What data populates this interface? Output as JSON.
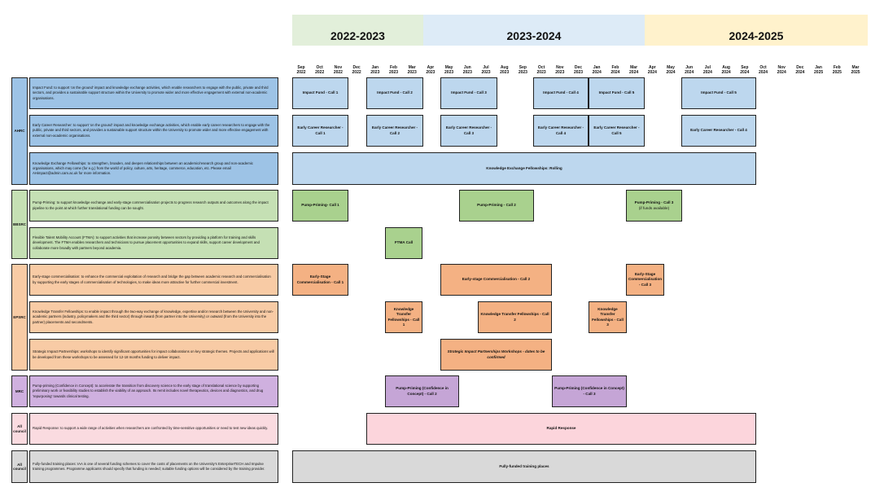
{
  "years": [
    {
      "label": "2022-2023",
      "color": "#e2efda"
    },
    {
      "label": "2023-2024",
      "color": "#ddebf7"
    },
    {
      "label": "2024-2025",
      "color": "#fff2cc"
    }
  ],
  "months": [
    {
      "m": "Sep",
      "y": "2022"
    },
    {
      "m": "Oct",
      "y": "2022"
    },
    {
      "m": "Nov",
      "y": "2022"
    },
    {
      "m": "Dec",
      "y": "2022"
    },
    {
      "m": "Jan",
      "y": "2023"
    },
    {
      "m": "Feb",
      "y": "2023"
    },
    {
      "m": "Mar",
      "y": "2023"
    },
    {
      "m": "Apr",
      "y": "2023"
    },
    {
      "m": "May",
      "y": "2023"
    },
    {
      "m": "Jun",
      "y": "2023"
    },
    {
      "m": "Jul",
      "y": "2023"
    },
    {
      "m": "Aug",
      "y": "2023"
    },
    {
      "m": "Sep",
      "y": "2023"
    },
    {
      "m": "Oct",
      "y": "2023"
    },
    {
      "m": "Nov",
      "y": "2023"
    },
    {
      "m": "Dec",
      "y": "2023"
    },
    {
      "m": "Jan",
      "y": "2024"
    },
    {
      "m": "Feb",
      "y": "2024"
    },
    {
      "m": "Mar",
      "y": "2024"
    },
    {
      "m": "Apr",
      "y": "2024"
    },
    {
      "m": "May",
      "y": "2024"
    },
    {
      "m": "Jun",
      "y": "2024"
    },
    {
      "m": "Jul",
      "y": "2024"
    },
    {
      "m": "Aug",
      "y": "2024"
    },
    {
      "m": "Sep",
      "y": "2024"
    },
    {
      "m": "Oct",
      "y": "2024"
    },
    {
      "m": "Nov",
      "y": "2024"
    },
    {
      "m": "Dec",
      "y": "2024"
    },
    {
      "m": "Jan",
      "y": "2025"
    },
    {
      "m": "Feb",
      "y": "2025"
    },
    {
      "m": "Mar",
      "y": "2025"
    }
  ],
  "councils": {
    "ahrc": "AHRC",
    "bbsrc": "BBSRC",
    "epsrc": "EPSRC",
    "mrc": "MRC",
    "all1": "All council",
    "all2": "All council"
  },
  "descriptions": {
    "impact_fund": "Impact Fund: to support 'on the ground' impact and knowledge exchange activities, which enable researchers to engage with the public, private and third sectors, and provides a sustainable support structure within the University to promote wider and more effective engagement with external non-academic organisations.",
    "ecr": "Early Career Researcher: to support 'on the ground' impact and knowledge exchange activities, which enable early career researchers to engage with the public, private and third sectors, and provides a sustainable support structure within the University to promote wider and more effective engagement with external non-academic organisations.",
    "kef": "Knowledge Exchange Fellowships: to strengthen, broaden, and deepen relationships between an academic/research group and non-academic organisations, which may come (for e.g.) from the world of policy, culture, arts, heritage, commerce, education, etc. Please email AHimpact@admin.cam.ac.uk for more information.",
    "pump_bbsrc": "Pump-Priming: to support knowledge exchange and early-stage commercialisation projects to progress research outputs and outcomes along the impact pipeline to the point at which further translational funding can be sought.",
    "ftma": "Flexible Talent Mobility Account (FTMA): to support activities that increase porosity between sectors by providing a platform for training and skills development. The FTMA enables researchers and technicians to pursue placement opportunities to expand skills, support career development and collaborate more broadly with partners beyond academia.",
    "esc": "Early-stage commercialisation: to enhance the commercial exploitation of research and bridge the gap between academic research and commercialisation by supporting the early stages of commercialisation of technologies, to make ideas more attractive for further commercial investment.",
    "ktf": "Knowledge Transfer Fellowships: to enable impact through the two-way exchange of knowledge, expertise and/or research between the University and non-academic partners (industry, policymakers and the third sector) through inward (from partner into the University) or outward (from the University into the partner) placements and secondments.",
    "sip": "Strategic Impact Partnerships: workshops to identify significant opportunities for impact collaborations on key strategic themes. Projects and applications will be developed from these workshops to be assessed for 12-18 months funding to deliver impact.",
    "mrc_pump": "Pump-priming (Confidence in Concept): to accelerate the transition from discovery science to the early stage of translational science by supporting preliminary work or feasibility studies to establish the viability of an approach. Its remit includes novel therapeutics, devices and diagnostics, and drug 'repurposing' towards clinical testing.",
    "rapid": "Rapid Response: to support a wide range of activities when researchers are confronted by time-sensitive opportunities or need to test new ideas quickly.",
    "training": "Fully-funded training places: IAA is one of several funding schemes to cover the costs of placements on the University's EnterpriseTECH and Impulse training programmes. Programme applicants should specify that funding is needed; suitable funding options will be considered by the training provider."
  },
  "bars": {
    "if1": "Impact Fund - Call 1",
    "if2": "Impact Fund - Call 2",
    "if3": "Impact Fund - Call 3",
    "if4": "Impact Fund - Call 4",
    "if5a": "Impact Fund - Call 5",
    "if5b": "Impact Fund - Call 5",
    "ecr1": "Early Career Researcher - Call 1",
    "ecr2": "Early Career Researcher - Call 2",
    "ecr3": "Early Career Researcher - Call 3",
    "ecr4a": "Early Career Researcher - Call 4",
    "ecr5": "Early Career Researcher - Call 5",
    "ecr4b": "Early Career Researcher - Call 4",
    "kef": "Knowledge Exchange Fellowships: Rolling",
    "pp1": "Pump-Priming- Call 1",
    "pp2": "Pump-Priming - Call 2",
    "pp3": "Pump-Priming - Call 3",
    "pp3_note": "(if funds available)",
    "ftma": "FTMA  Call",
    "esc1": "Early-Stage Commercialisation - Call 1",
    "esc2": "Early-stage Commercialisation - Call 2",
    "esc3": "Early-Stage Commercialisation - Call 3",
    "ktf1": "Knowledge Transfer Fellowships - Call 1",
    "ktf2": "Knowledge Transfer Fellowships - Call 2",
    "ktf3": "Knowledge Transfer Fellowships - Call 3",
    "sip": "Strategic Impact Partnerships Workshops - dates to be confirmed",
    "mrc1": "Pump-Priming (Confidence in Concept) - Call 2",
    "mrc2": "Pump-Priming (Confidence in Concept) - Call 3",
    "rapid": "Rapid Response",
    "training": "Fully-funded training places"
  },
  "colors": {
    "ahrc": "#9dc3e6",
    "bbsrc": "#a9d18e",
    "epsrc": "#f4b183",
    "mrc": "#c5a5d6",
    "rapid": "#fcd5dc",
    "training": "#d9d9d9"
  }
}
